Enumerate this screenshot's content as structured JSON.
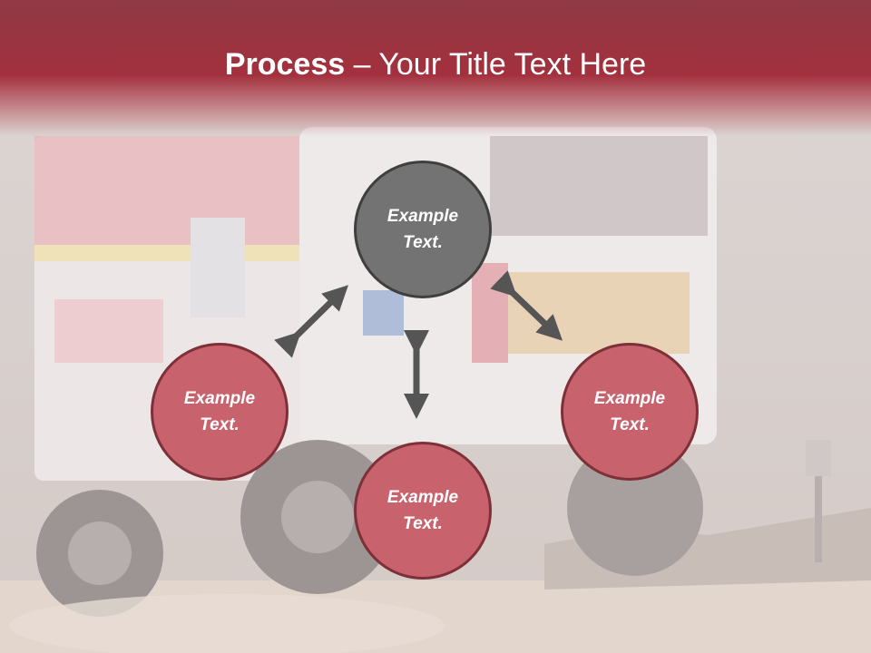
{
  "slide": {
    "title_bold": "Process",
    "title_rest": " – Your Title Text Here",
    "nodes": [
      {
        "text": "Example\nText."
      },
      {
        "text": "Example\nText."
      },
      {
        "text": "Example\nText."
      },
      {
        "text": "Example\nText."
      }
    ]
  },
  "colors": {
    "title_band": "#a3303d",
    "center_node": "#737373",
    "outer_node": "#c8636d",
    "outer_node_border": "#7e3038",
    "arrow": "#555555"
  }
}
